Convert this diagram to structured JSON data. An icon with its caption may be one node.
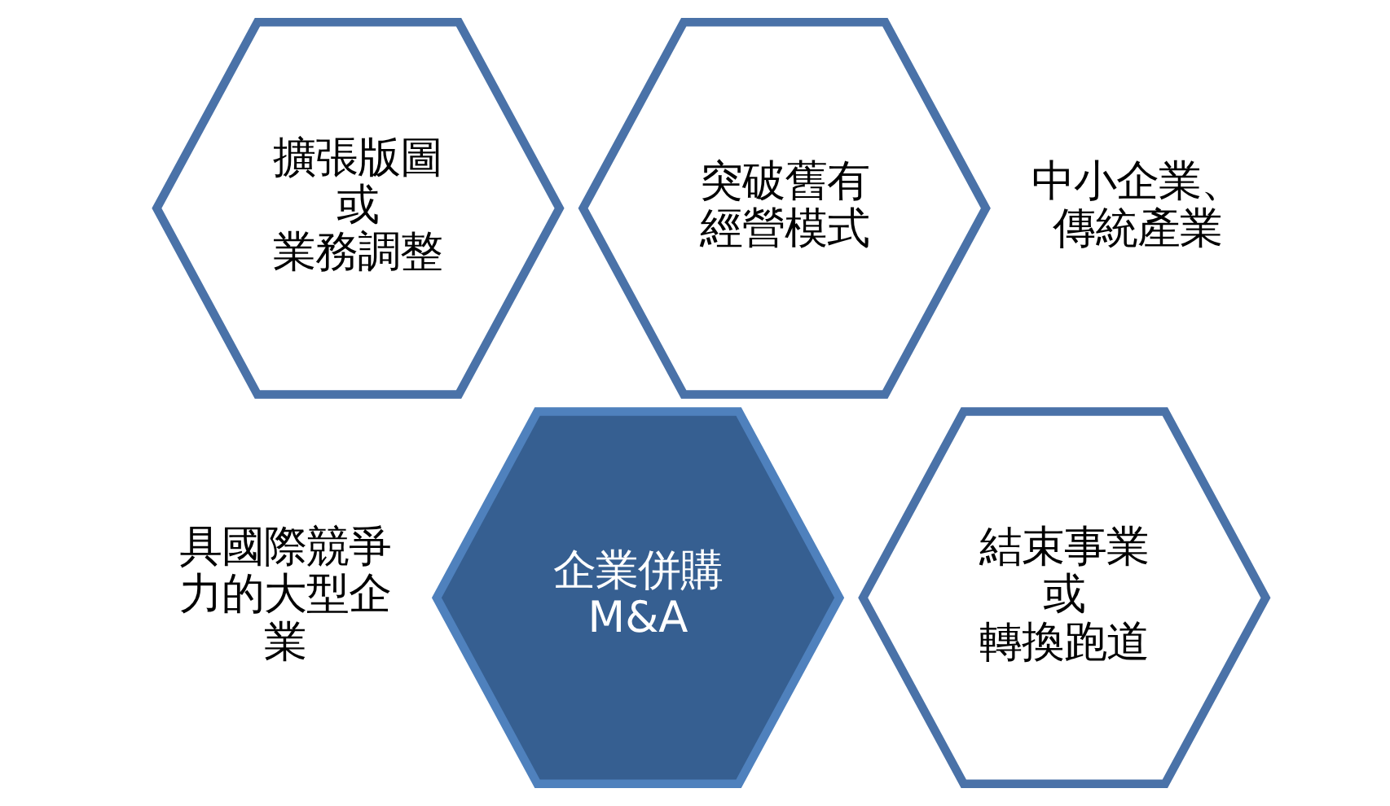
{
  "diagram": {
    "nodes": [
      {
        "text": [
          "擴張版圖或業務調整"
        ]
      },
      {
        "text": [
          "突破舊有經營模式"
        ]
      },
      {
        "text": [
          "企業併購",
          "M&A"
        ]
      },
      {
        "text": [
          "結束事業或轉換跑道"
        ]
      }
    ],
    "labels": [
      "中小企業、傳統產業",
      "具國際競爭力的大型企業"
    ]
  }
}
